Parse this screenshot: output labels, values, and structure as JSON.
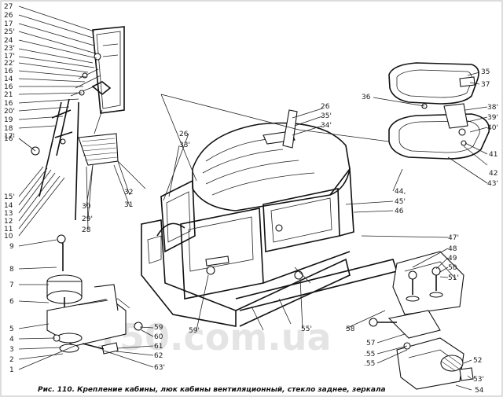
{
  "caption": "Рис. 110. Крепление кабины, люк кабины вентиляционный, стекло заднее, зеркала",
  "watermark": "150.com.ua",
  "labels": {
    "l27": "27",
    "l26a": "26",
    "l17a": "17",
    "l25": "25'",
    "l24": "24",
    "l23": "23'",
    "l17b": "17'",
    "l22": "22'",
    "l16a": "16",
    "l14a": "14",
    "l16b": "16",
    "l21": "21",
    "l16c": "16",
    "l20": "20'",
    "l19": "19",
    "l18": "18",
    "l17c": "17'",
    "l16d": "16'",
    "l15": "15'",
    "l14b": "14",
    "l13": "13",
    "l12": "12",
    "l11": "11",
    "l10": "10",
    "l9": "9",
    "l8": "8",
    "l7": "7",
    "l6": "6",
    "l5": "5",
    "l4": "4",
    "l3": "3",
    "l2": "2",
    "l1": "1",
    "l30": "30",
    "l29": "29'",
    "l28": "28",
    "l26b": "26",
    "l33": "33'",
    "l32": "32",
    "l31": "31",
    "l59a": "59",
    "l60": "60",
    "l61": "61",
    "l62": "62",
    "l63": "63'",
    "l59b": "59'",
    "l26c": "26",
    "l35a": "35'",
    "l34": "34'",
    "l35b": "35",
    "l37": "37",
    "l36": "36",
    "l38": "38'",
    "l39": "39'",
    "l40": "40'",
    "l41": "41",
    "l42": "42",
    "l43": "43'",
    "l44": "44,",
    "l45": "45'",
    "l46": "46",
    "l47": "47'",
    "l48": "48",
    "l49": "49",
    "l50": "50",
    "l51": "51'",
    "l58": "58",
    "l55a": "55'",
    "l57": "57",
    "l55b": ".55",
    "l55c": ".55",
    "l52": "52",
    "l53": "53'",
    "l54": "54"
  }
}
